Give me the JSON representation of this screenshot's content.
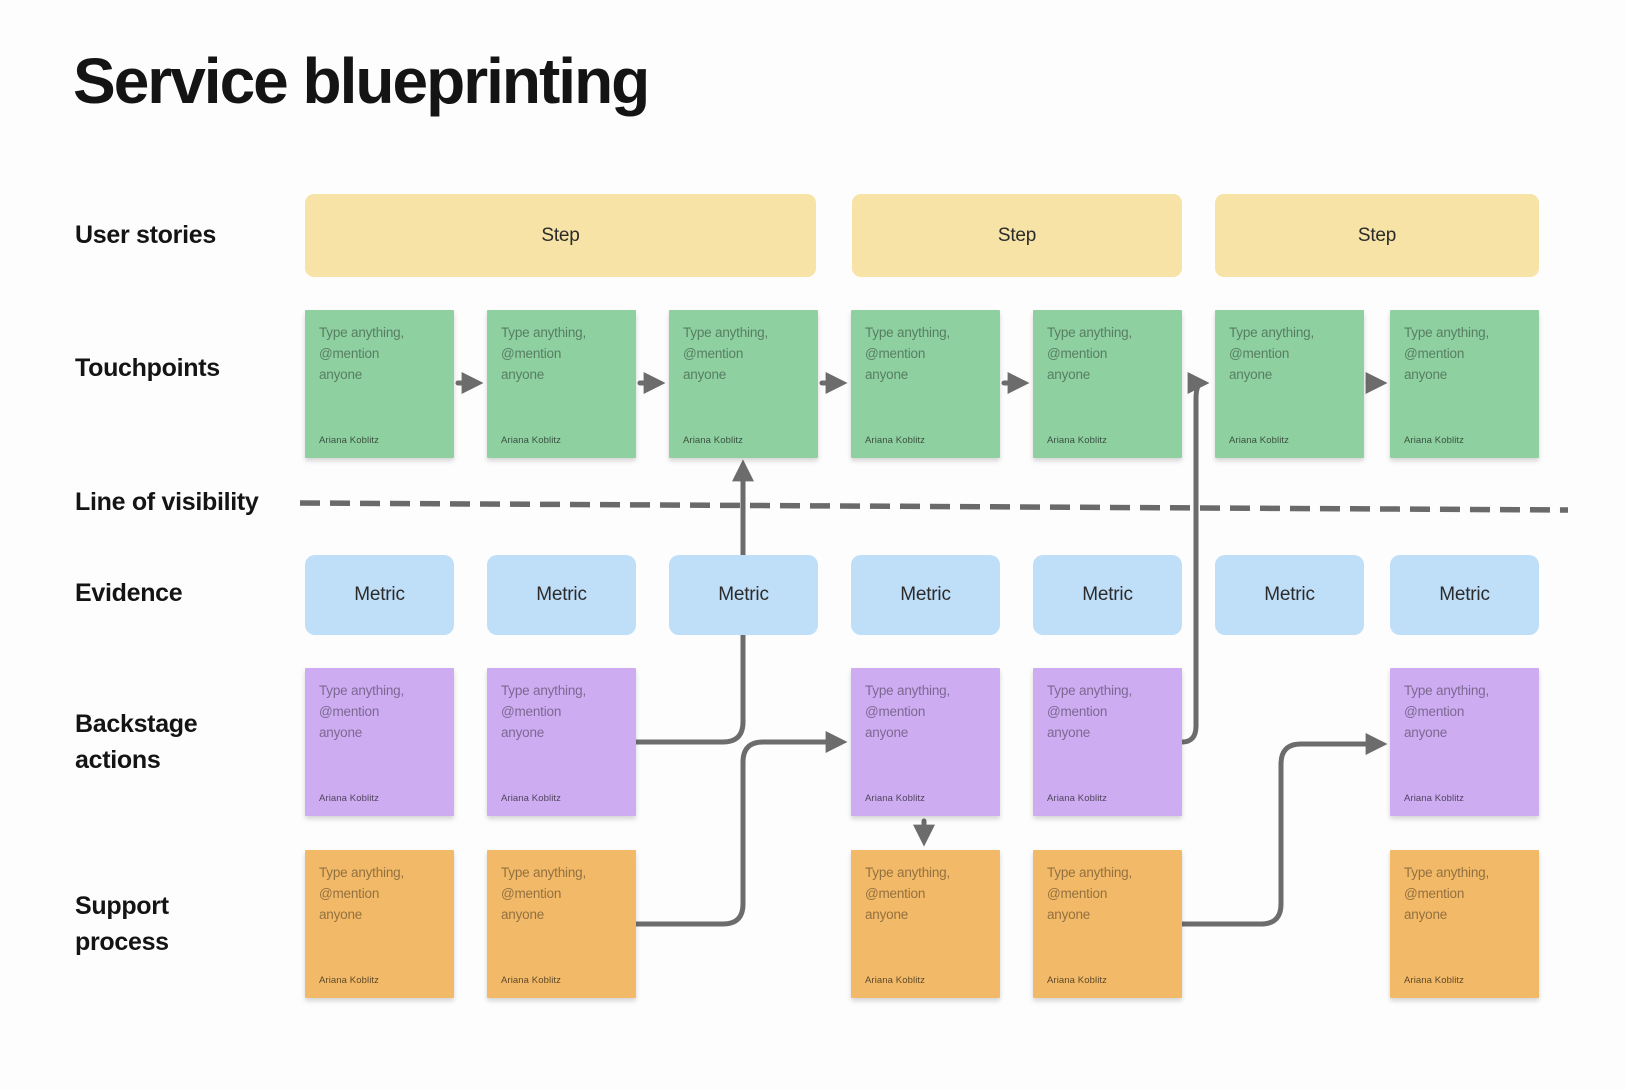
{
  "title": "Service blueprinting",
  "row_labels": {
    "user_stories": "User stories",
    "touchpoints": "Touchpoints",
    "line_of_visibility": "Line of visibility",
    "evidence": "Evidence",
    "backstage_actions": "Backstage\nactions",
    "support_process": "Support\nprocess"
  },
  "steps": [
    {
      "label": "Step"
    },
    {
      "label": "Step"
    },
    {
      "label": "Step"
    }
  ],
  "metrics": [
    {
      "label": "Metric"
    },
    {
      "label": "Metric"
    },
    {
      "label": "Metric"
    },
    {
      "label": "Metric"
    },
    {
      "label": "Metric"
    },
    {
      "label": "Metric"
    },
    {
      "label": "Metric"
    }
  ],
  "sticky": {
    "placeholder": "Type anything, @mention\nanyone",
    "author": "Ariana Koblitz"
  },
  "colors": {
    "background": "#FDFDFD",
    "text_dark": "#141414",
    "step_fill": "#F7E3A6",
    "touchpoint_fill": "#8FD0A1",
    "metric_fill": "#BFDEF8",
    "backstage_fill": "#CDACF1",
    "support_fill": "#F2BA68",
    "connector": "#6C6C6C",
    "dash": "#6A6A6A",
    "sticky_text": "rgba(0,0,0,0.40)",
    "sticky_author": "rgba(0,0,0,0.62)"
  }
}
